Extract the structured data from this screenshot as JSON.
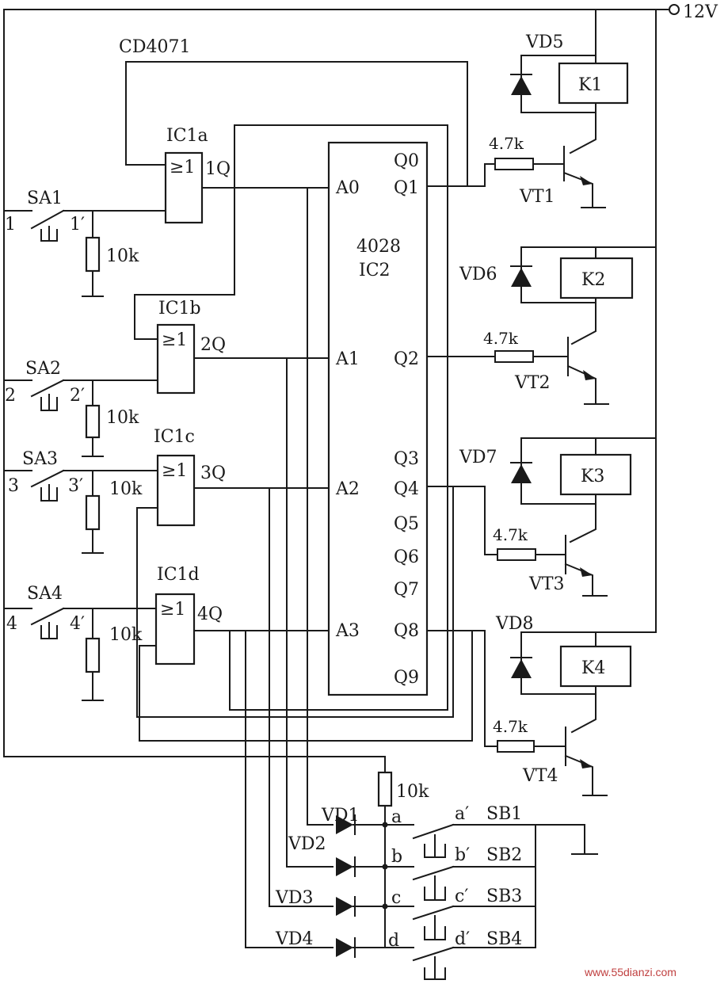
{
  "supply_label": "12V",
  "or_gate_chip": "CD4071",
  "gates": [
    {
      "name": "IC1a",
      "symbol": "≥1",
      "output": "1Q"
    },
    {
      "name": "IC1b",
      "symbol": "≥1",
      "output": "2Q"
    },
    {
      "name": "IC1c",
      "symbol": "≥1",
      "output": "3Q"
    },
    {
      "name": "IC1d",
      "symbol": "≥1",
      "output": "4Q"
    }
  ],
  "decoder": {
    "part": "4028",
    "ref": "IC2",
    "inputs": [
      "A0",
      "A1",
      "A2",
      "A3"
    ],
    "outputs": [
      "Q0",
      "Q1",
      "Q2",
      "Q3",
      "Q4",
      "Q5",
      "Q6",
      "Q7",
      "Q8",
      "Q9"
    ]
  },
  "switches": [
    {
      "name": "SA1",
      "left": "1",
      "right": "1′",
      "resistor": "10k"
    },
    {
      "name": "SA2",
      "left": "2",
      "right": "2′",
      "resistor": "10k"
    },
    {
      "name": "SA3",
      "left": "3",
      "right": "3′",
      "resistor": "10k"
    },
    {
      "name": "SA4",
      "left": "4",
      "right": "4′",
      "resistor": "10k"
    }
  ],
  "channels": [
    {
      "diode": "VD5",
      "relay": "K1",
      "transistor": "VT1",
      "resistor": "4.7k"
    },
    {
      "diode": "VD6",
      "relay": "K2",
      "transistor": "VT2",
      "resistor": "4.7k"
    },
    {
      "diode": "VD7",
      "relay": "K3",
      "transistor": "VT3",
      "resistor": "4.7k"
    },
    {
      "diode": "VD8",
      "relay": "K4",
      "transistor": "VT4",
      "resistor": "4.7k"
    }
  ],
  "bottom": {
    "pullup": "10k",
    "diodes": [
      "VD1",
      "VD2",
      "VD3",
      "VD4"
    ],
    "nodes": [
      "a",
      "b",
      "c",
      "d"
    ],
    "contacts": [
      "a′",
      "b′",
      "c′",
      "d′"
    ],
    "buttons": [
      "SB1",
      "SB2",
      "SB3",
      "SB4"
    ]
  },
  "watermark": "www.55dianzi.com"
}
